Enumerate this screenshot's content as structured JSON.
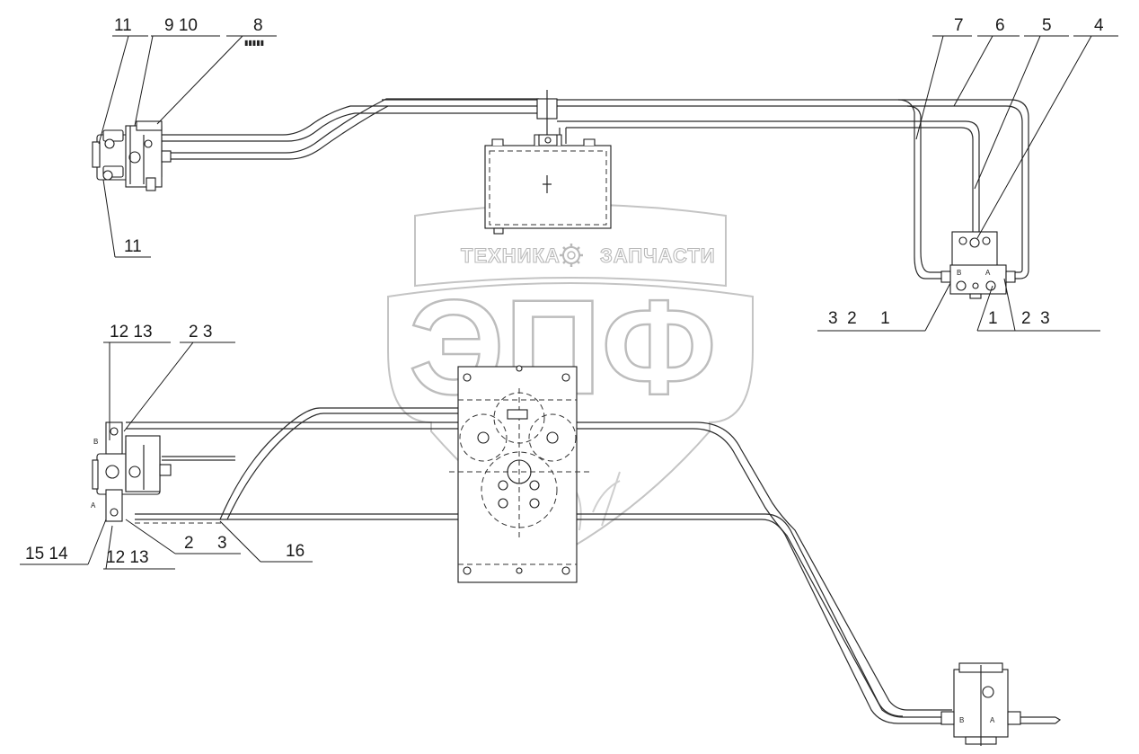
{
  "watermark": {
    "line1_left": "ТЕХНИКА",
    "line1_right": "ЗАПЧАСТИ",
    "logo": "ЭПФ",
    "gear_icon": "gear-icon"
  },
  "callouts": {
    "c11_top": "11",
    "c9_10": "9  10",
    "c8": "8",
    "c7": "7",
    "c6": "6",
    "c5": "5",
    "c4": "4",
    "c11_bottom": "11",
    "c3_2_1_left": "3  2     1",
    "c1_2_3_right": "1     2  3",
    "c12_13_top": "12  13",
    "c2_3_top": "2 3",
    "c15_14": "15  14",
    "c12_13_bottom": "12  13",
    "c2_3_bottom": "2     3",
    "c16": "16"
  },
  "port_labels": {
    "b_right_valve": "B",
    "a_right_valve": "A",
    "b_left_pump": "B",
    "a_left_pump": "A",
    "b_motor": "B",
    "a_motor": "A"
  },
  "colors": {
    "line": "#1a1a1a",
    "watermark": "#bdbdbd"
  }
}
